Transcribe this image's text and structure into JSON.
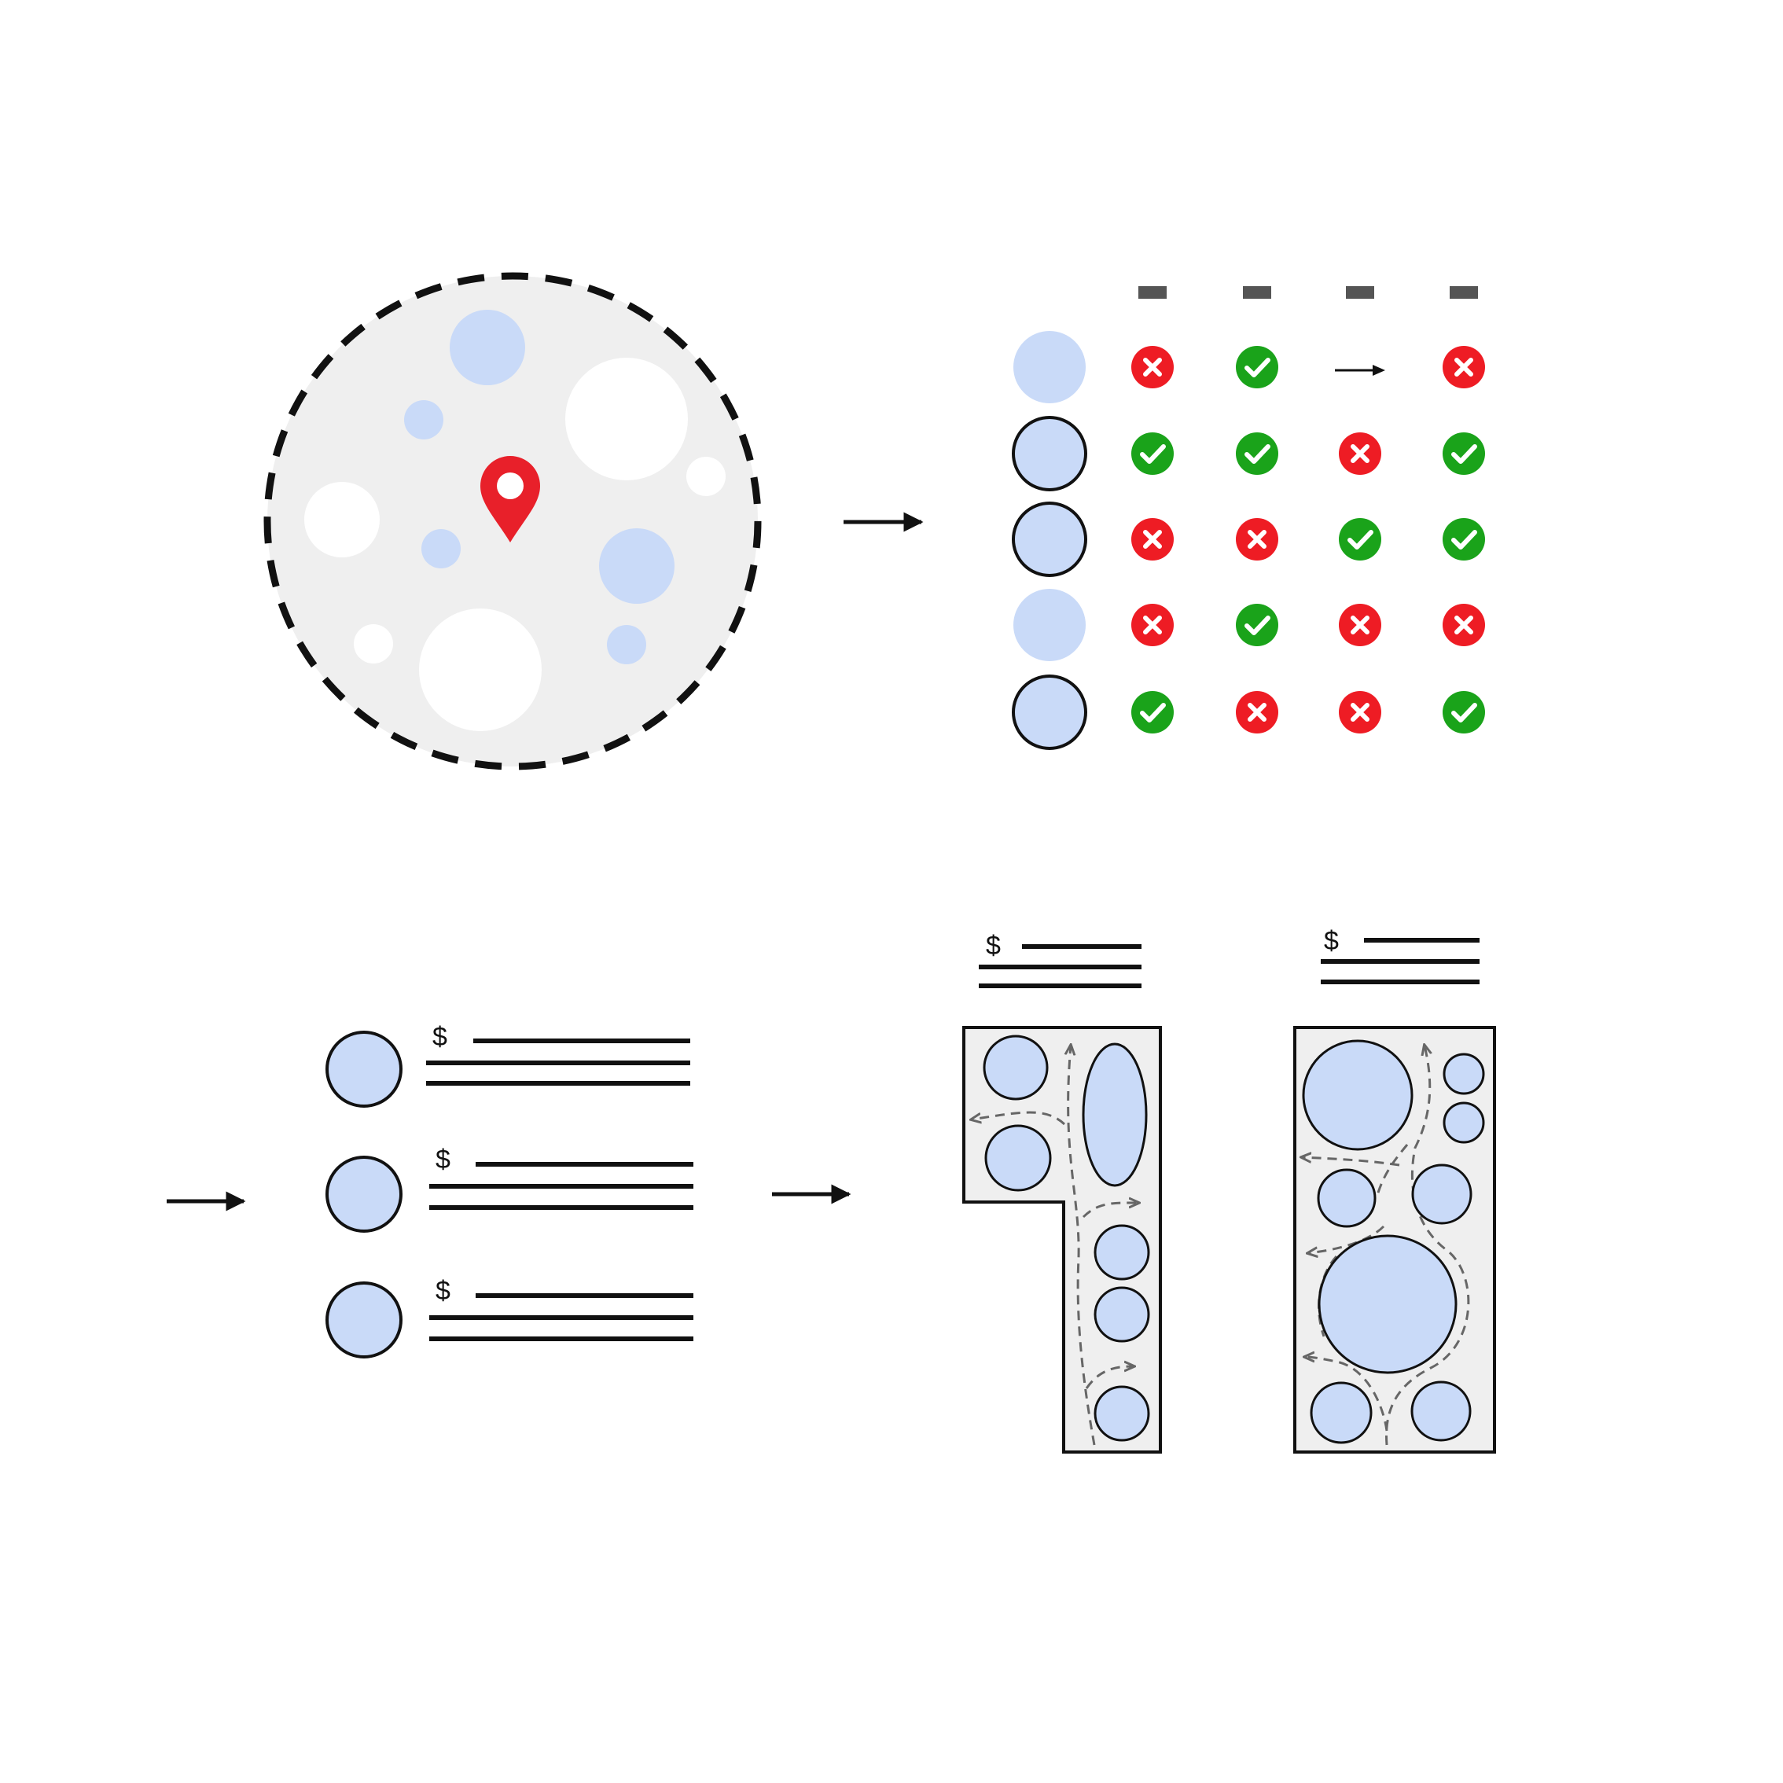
{
  "colors": {
    "background": "#ffffff",
    "region_fill": "#efefef",
    "region_border": "#111111",
    "candidate_fill": "#c9daf8",
    "empty_fill": "#ffffff",
    "pin": "#e8202a",
    "pass": "#1aa31a",
    "fail": "#ee1c24",
    "header_marker": "#555555",
    "flow_path": "#666666"
  },
  "price_symbol": "$",
  "evaluation_matrix": {
    "columns": 4,
    "rows": [
      {
        "candidate_selected": false,
        "checks": [
          "fail",
          "pass",
          "arrow",
          "fail"
        ]
      },
      {
        "candidate_selected": true,
        "checks": [
          "pass",
          "pass",
          "fail",
          "pass"
        ]
      },
      {
        "candidate_selected": true,
        "checks": [
          "fail",
          "fail",
          "pass",
          "pass"
        ]
      },
      {
        "candidate_selected": false,
        "checks": [
          "fail",
          "pass",
          "fail",
          "fail"
        ]
      },
      {
        "candidate_selected": true,
        "checks": [
          "pass",
          "fail",
          "fail",
          "pass"
        ]
      }
    ]
  },
  "shortlist_count": 3,
  "layout_options": [
    {
      "shape": "L-shaped floor plan"
    },
    {
      "shape": "rectangular floor plan"
    }
  ]
}
